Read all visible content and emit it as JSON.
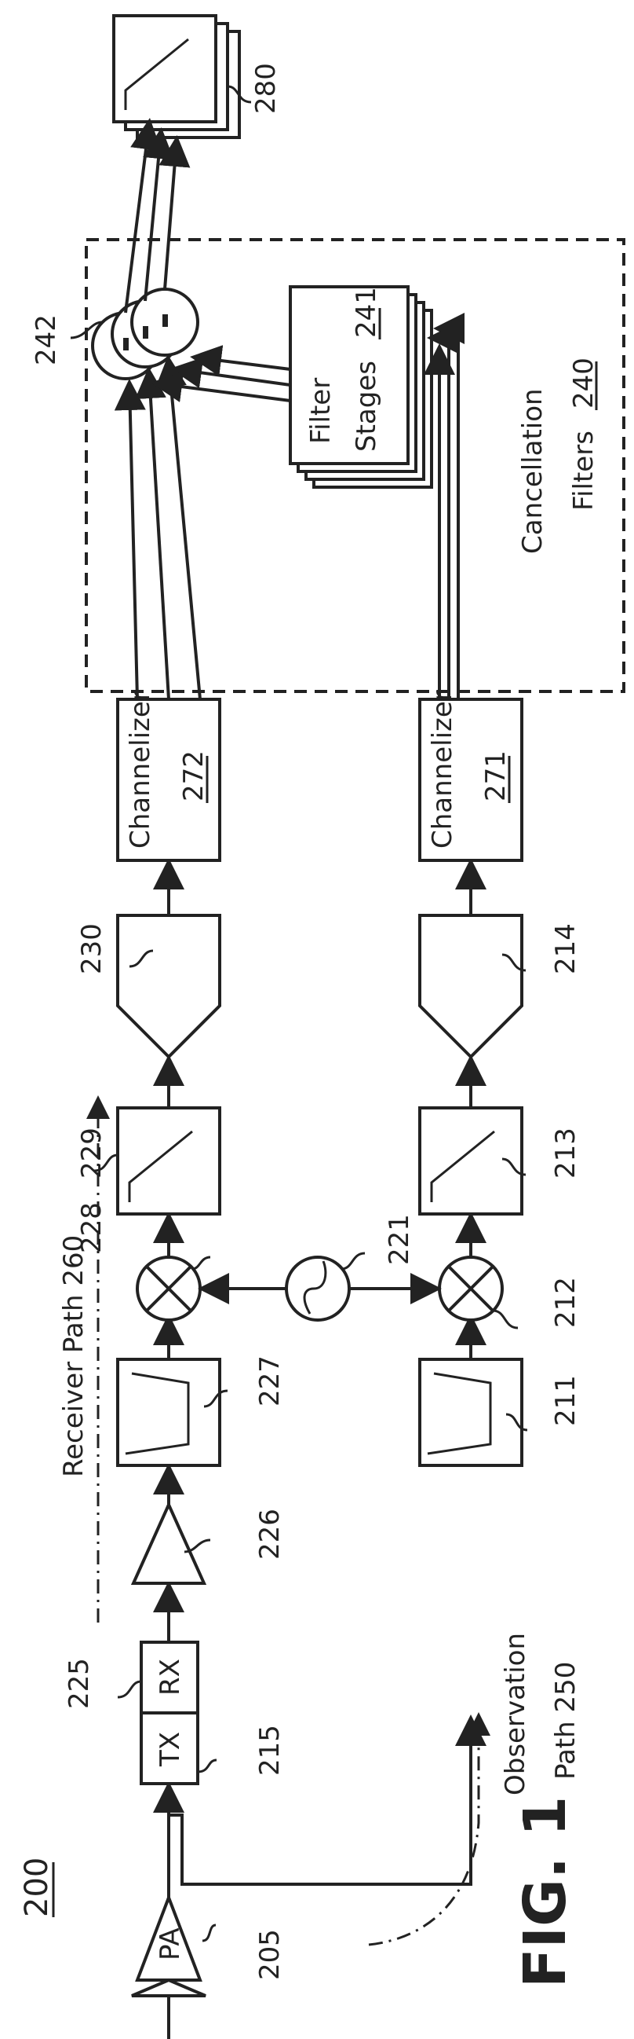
{
  "figure": {
    "number_label": "200",
    "caption": "FIG. 1"
  },
  "blocks": {
    "pa": {
      "text": "PA",
      "ref": "205"
    },
    "tx": {
      "text": "TX",
      "ref": "215"
    },
    "rx": {
      "text": "RX",
      "ref": "225"
    },
    "lna": {
      "ref": "226"
    },
    "bpf_rx": {
      "ref": "227"
    },
    "bpf_obs": {
      "ref": "211"
    },
    "mixer_rx": {
      "ref": "228"
    },
    "mixer_obs": {
      "ref": "212"
    },
    "lo": {
      "ref": "221"
    },
    "lpf_rx": {
      "ref": "229"
    },
    "lpf_obs": {
      "ref": "213"
    },
    "adc_rx": {
      "ref": "230"
    },
    "adc_obs": {
      "ref": "214"
    },
    "chan_rx": {
      "line1": "Channelizer",
      "ref": "272"
    },
    "chan_obs": {
      "line1": "Channelizer",
      "ref": "271"
    },
    "filter_stages": {
      "line1": "Filter",
      "line2": "Stages",
      "ref": "241"
    },
    "combiners": {
      "ref": "242"
    },
    "cancellation": {
      "line1": "Cancellation",
      "line2": "Filters",
      "ref": "240"
    },
    "outputs": {
      "ref": "280"
    }
  },
  "paths": {
    "receiver": "Receiver Path 260",
    "observation_line1": "Observation",
    "observation_line2": "Path 250"
  }
}
